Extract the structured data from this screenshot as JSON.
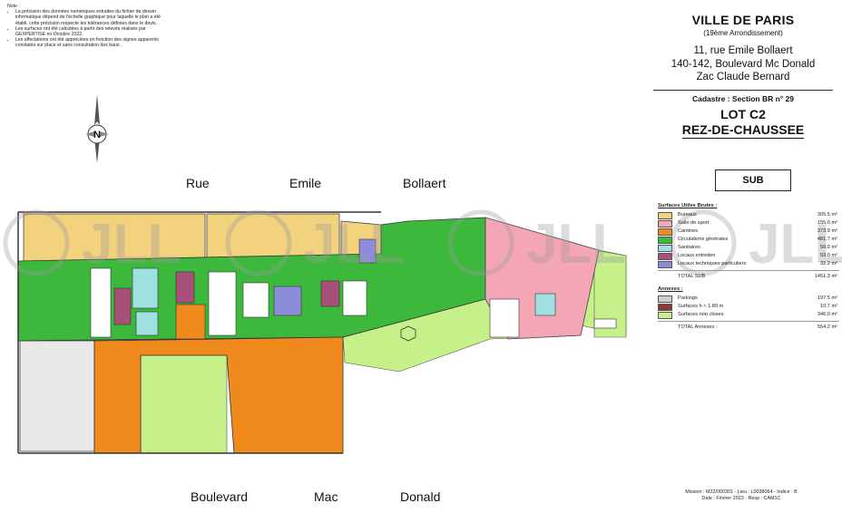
{
  "note": {
    "heading": "Note :",
    "items": [
      "La précision des données numériques extraites du fichier de dessin informatique dépend de l'échelle graphique pour laquelle le plan a été établi. cette précision respecte les tolérances définies dans le devis.",
      "Les surfaces ont été calculées à partir des relevés réalisés par GEXPERTISE en Octobre 2022.",
      "Les affectations ont été appréciées en fonction des signes apparents constatés sur place et sans consultation des baux."
    ]
  },
  "title": {
    "city": "VILLE DE PARIS",
    "arrondissement": "(19ème Arrondissement)",
    "address": [
      "11, rue Emile Bollaert",
      "140-142, Boulevard Mc Donald",
      "Zac Claude Bernard"
    ],
    "cadastre": "Cadastre : Section BR n° 29",
    "lot": "LOT C2",
    "level": "REZ-DE-CHAUSSEE",
    "sub_label": "SUB"
  },
  "compass": {
    "label": "N"
  },
  "streets": {
    "top": [
      "Rue",
      "Emile",
      "Bollaert"
    ],
    "bottom": [
      "Boulevard",
      "Mac",
      "Donald"
    ]
  },
  "watermark": "JLL",
  "legend": {
    "sub_heading": "Surfaces Utiles Brutes :",
    "sub_items": [
      {
        "label": "Bureaux",
        "value": "305.5 m²",
        "color": "#f3d27e"
      },
      {
        "label": "Salle de sport",
        "value": "155.0 m²",
        "color": "#f4a6b6"
      },
      {
        "label": "Cantines",
        "value": "373.9 m²",
        "color": "#f08a1c"
      },
      {
        "label": "Circulations générales",
        "value": "481.7 m²",
        "color": "#3cb83c"
      },
      {
        "label": "Sanitaires",
        "value": "50.0 m²",
        "color": "#9fe0e0"
      },
      {
        "label": "Locaux entretien",
        "value": "53.0 m²",
        "color": "#a8507a"
      },
      {
        "label": "Locaux techniques particuliers",
        "value": "32.2 m²",
        "color": "#8c8cd8"
      }
    ],
    "sub_total_label": "TOTAL SUB",
    "sub_total_value": "1451.3 m²",
    "annex_heading": "Annexes :",
    "annex_items": [
      {
        "label": "Parkings",
        "value": "197.5 m²",
        "color": "#cfcfcf"
      },
      {
        "label": "Surfaces h < 1.80 m",
        "value": "10.7 m²",
        "color": "#8a3a3a"
      },
      {
        "label": "Surfaces non closes",
        "value": "346.0 m²",
        "color": "#c6f08a"
      }
    ],
    "annex_total_label": "TOTAL Annexes :",
    "annex_total_value": "554.2 m²"
  },
  "footer": {
    "line1": "Mission : M22/000301 - Lieu : L0038064 - Indice : B",
    "line2": "Date : Février 2023 - Resp : CAM1C"
  },
  "colors": {
    "bureaux": "#f3d27e",
    "sport": "#f4a6b6",
    "cantine": "#f08a1c",
    "circulation": "#3cb83c",
    "sanitaires": "#9fe0e0",
    "entretien": "#a8507a",
    "technique": "#8c8cd8",
    "parking": "#cfcfcf",
    "non_closes": "#c6f08a"
  }
}
